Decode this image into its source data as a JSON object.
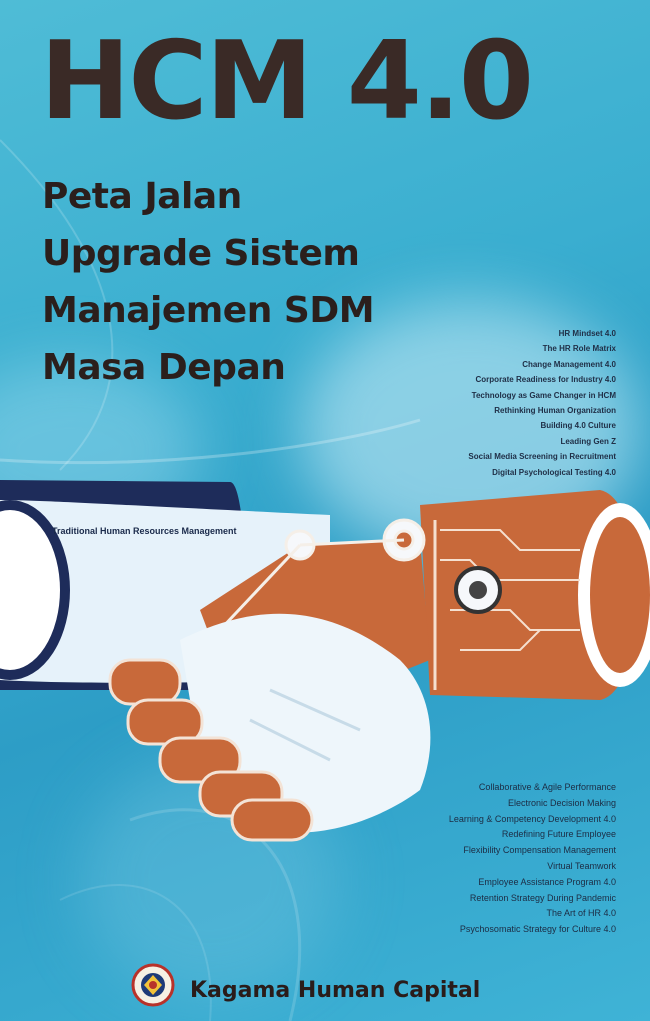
{
  "cover": {
    "title": "HCM 4.0",
    "subtitle_lines": [
      "Peta Jalan",
      "Upgrade Sistem",
      "Manajemen SDM",
      "Masa Depan"
    ],
    "band_label": "Traditional Human Resources Management",
    "topics_top": [
      "HR Mindset 4.0",
      "The HR Role Matrix",
      "Change Management 4.0",
      "Corporate Readiness for Industry 4.0",
      "Technology as Game Changer in HCM",
      "Rethinking Human Organization",
      "Building 4.0 Culture",
      "Leading Gen Z",
      "Social Media Screening in Recruitment",
      "Digital Psychological Testing 4.0"
    ],
    "topics_bottom": [
      "Collaborative & Agile Performance",
      "Electronic Decision Making",
      "Learning & Competency Development 4.0",
      "Redefining Future Employee",
      "Flexibility Compensation Management",
      "Virtual Teamwork",
      "Employee Assistance Program 4.0",
      "Retention Strategy During Pandemic",
      "The Art of HR 4.0",
      "Psychosomatic Strategy for Culture 4.0"
    ],
    "publisher": "Kagama Human Capital",
    "colors": {
      "background": "#3aaed0",
      "title": "#3a2a26",
      "robot_orange": "#c8693a",
      "hand_white": "#eef6fb",
      "band_navy": "#1e2c5a"
    },
    "icons": [
      "handshake-illustration",
      "circuit-pattern",
      "publisher-logo"
    ]
  }
}
